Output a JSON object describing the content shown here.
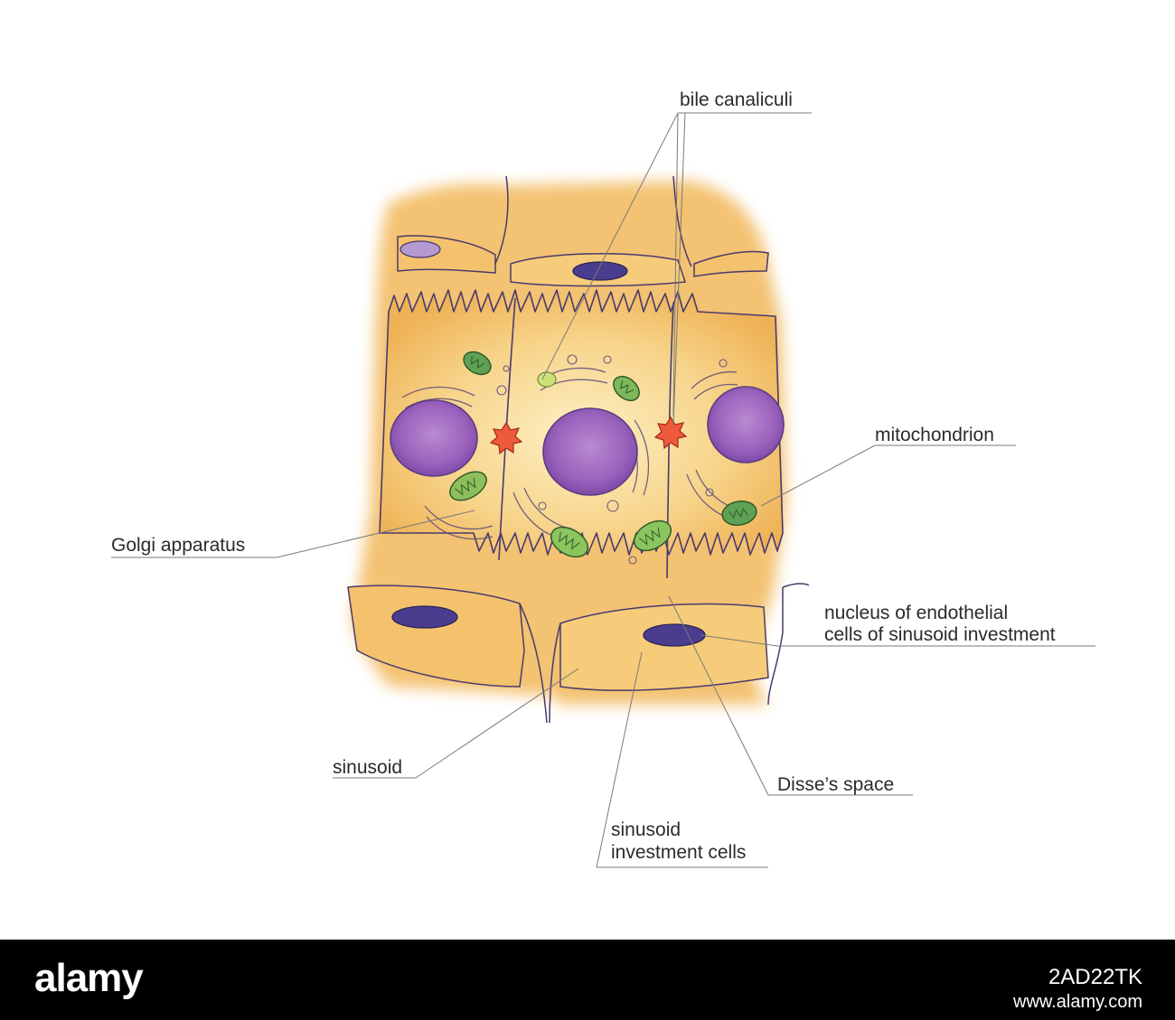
{
  "labels": {
    "bile_canaliculi": "bile canaliculi",
    "mitochondrion": "mitochondrion",
    "golgi_apparatus": "Golgi apparatus",
    "nucleus_endothelial_line1": "nucleus of endothelial",
    "nucleus_endothelial_line2": "cells of sinusoid investment",
    "sinusoid": "sinusoid",
    "disses_space": "Disse’s space",
    "sinusoid_investment_line1": "sinusoid",
    "sinusoid_investment_line2": "investment cells"
  },
  "footer": {
    "brand": "alamy",
    "image_id": "2AD22TK",
    "url": "www.alamy.com"
  },
  "colors": {
    "cytoplasm": "#f2b95c",
    "cytoplasm_light": "#fde9b0",
    "nucleus": "#a36bc2",
    "endothelial_nucleus": "#4b3d8e",
    "mitochondrion": "#5fa154",
    "canaliculus": "#ee5a3c",
    "outline": "#4a3a6e",
    "leader_line": "#7a7a7a",
    "footer_bg": "#000000"
  }
}
